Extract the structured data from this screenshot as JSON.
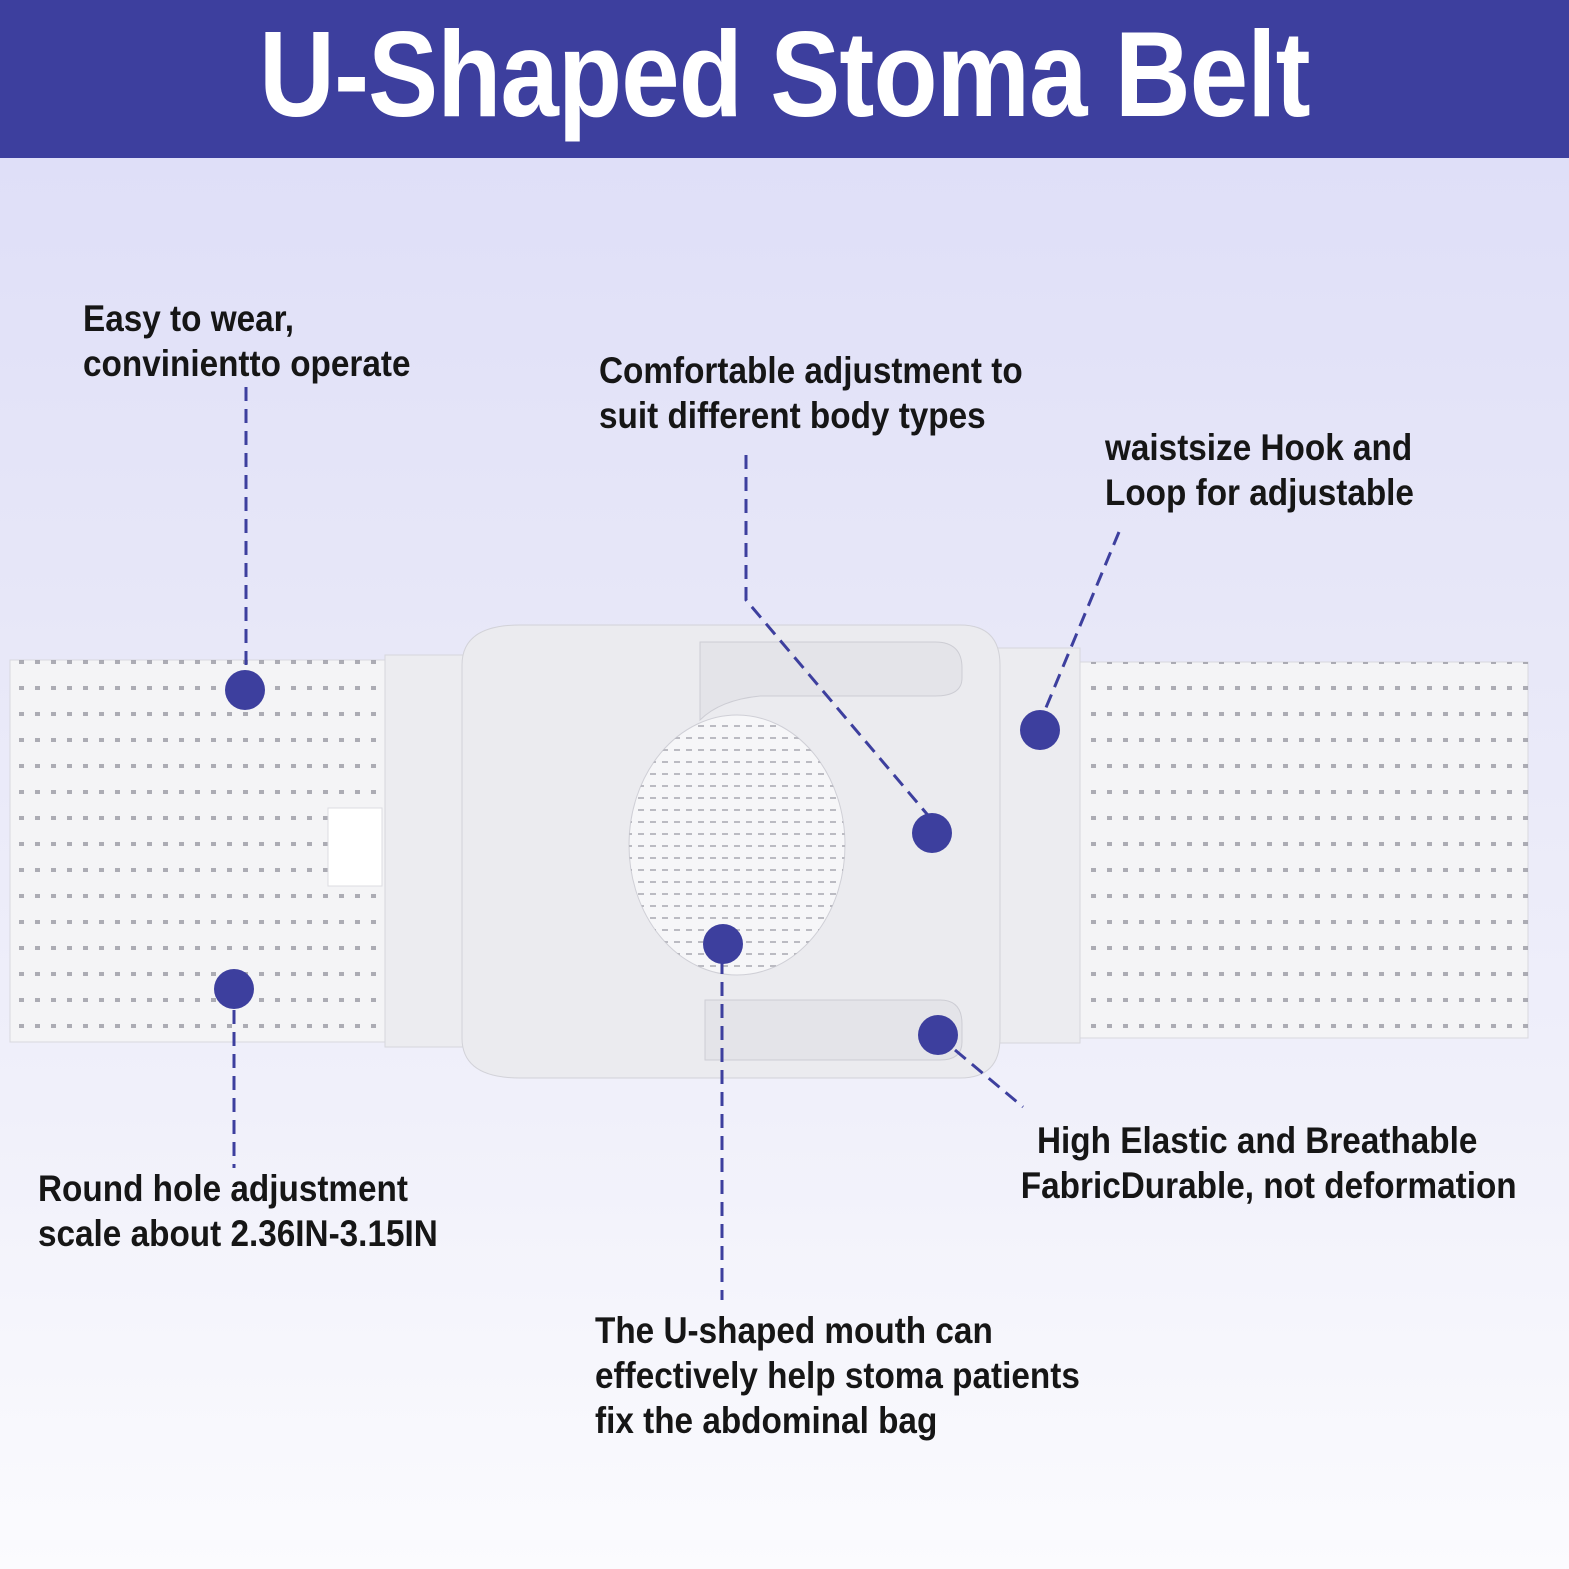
{
  "banner": {
    "title": "U-Shaped Stoma Belt",
    "background_color": "#3d3f9e"
  },
  "accent_color": "#3d3f9e",
  "product_image": "white-perforated-stoma-belt-with-round-hole",
  "callouts": {
    "easy_to_wear": {
      "line1": "Easy to wear,",
      "line2": "convinientto operate"
    },
    "comfortable_adjustment": {
      "line1": "Comfortable adjustment to",
      "line2": "suit different body types"
    },
    "waistsize_hook_loop": {
      "line1": "waistsize Hook and",
      "line2": "Loop for adjustable"
    },
    "round_hole": {
      "line1": "Round hole adjustment",
      "line2": "scale about 2.36IN-3.15IN"
    },
    "high_elastic": {
      "line1": "High Elastic and Breathable",
      "line2": "FabricDurable, not deformation"
    },
    "u_shaped_mouth": {
      "line1": "The U-shaped mouth can",
      "line2": "effectively help stoma patients",
      "line3": "fix the abdominal bag"
    }
  }
}
